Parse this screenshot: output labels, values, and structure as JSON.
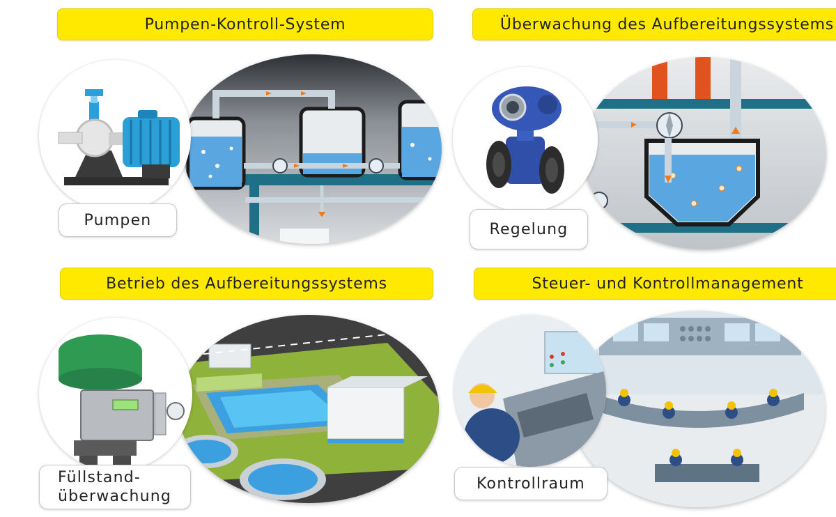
{
  "panels": [
    {
      "title": "Pumpen-Kontroll-System",
      "label": "Pumpen"
    },
    {
      "title": "Überwachung des Aufbereitungssystems",
      "label": "Regelung"
    },
    {
      "title": "Betrieb des Aufbereitungssystems",
      "label_line1": "Füllstand-",
      "label_line2": "überwachung"
    },
    {
      "title": "Steuer- und Kontrollmanagement",
      "label": "Kontrollraum"
    }
  ],
  "colors": {
    "title_bar": "#ffe900",
    "water": "#5aa6e0",
    "pipe": "#c9d4dc",
    "teal_floor": "#1f6f86",
    "flow_arrow": "#f07a1a",
    "pump_blue": "#2a9fd8",
    "valve_green": "#2e9a52"
  },
  "icons": [
    "pump-icon",
    "flowmeter-icon",
    "control-valve-icon",
    "operator-icon"
  ]
}
